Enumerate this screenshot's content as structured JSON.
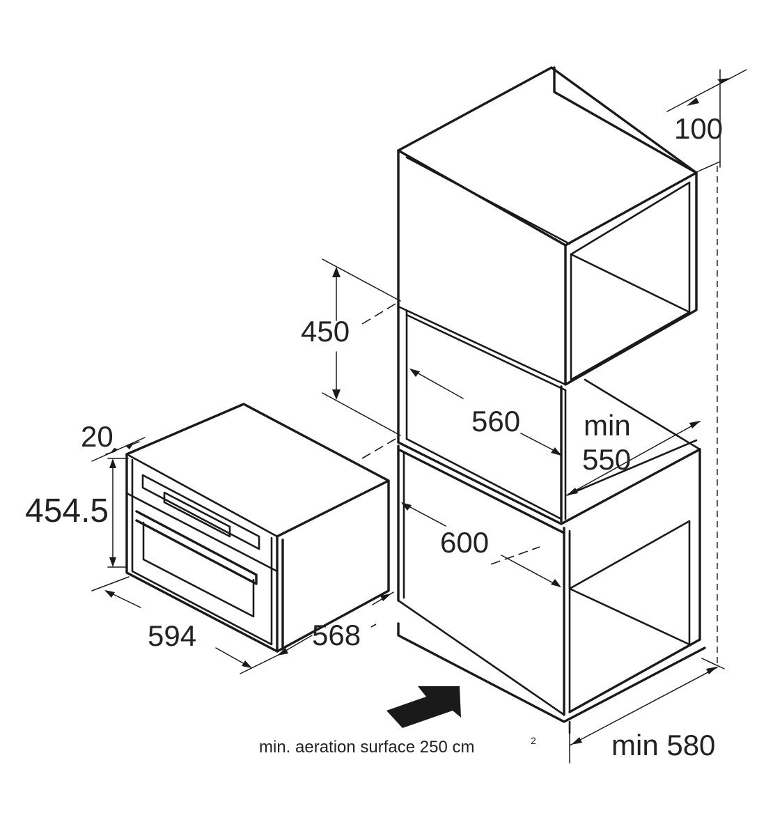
{
  "dimensions": {
    "niche_depth_top": "100",
    "niche_height": "450",
    "niche_width": "560",
    "min_depth_line1": "min",
    "min_depth_line2": "550",
    "cabinet_width": "600",
    "oven_offset": "20",
    "oven_height": "454.5",
    "oven_width": "594",
    "oven_depth": "568",
    "cabinet_min_depth": "min 580"
  },
  "caption": {
    "text": "min. aeration surface 250 cm",
    "superscript": "2"
  }
}
